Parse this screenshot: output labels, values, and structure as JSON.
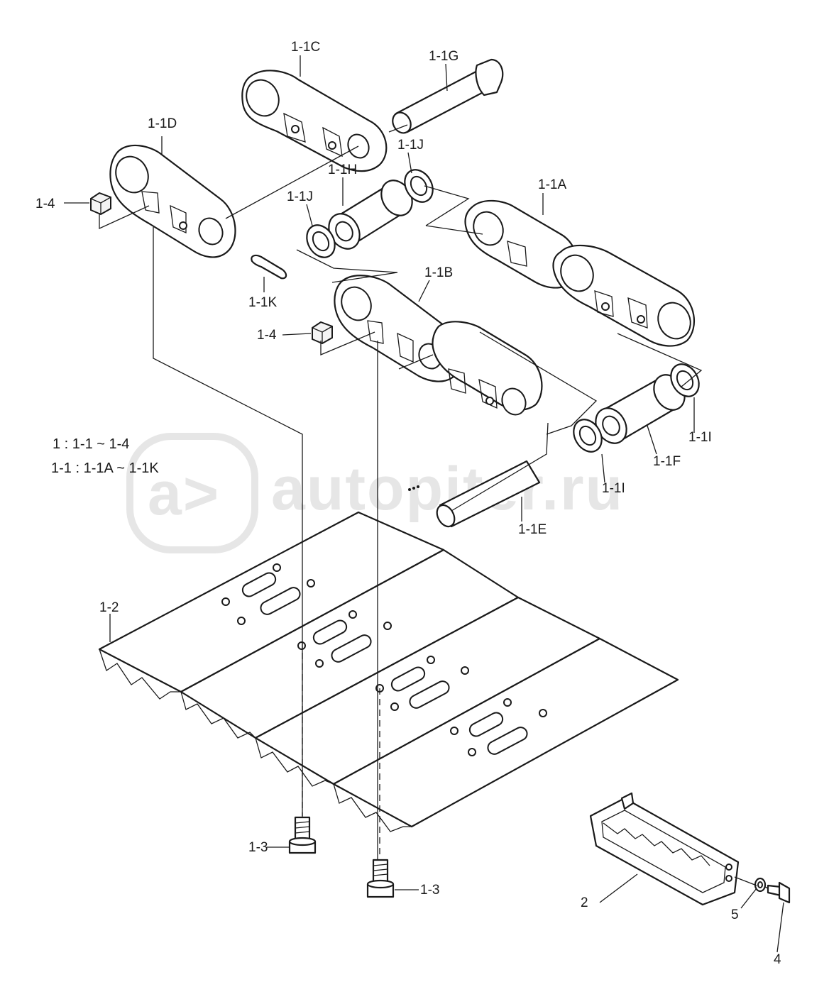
{
  "watermark": {
    "logo_glyph": "a>",
    "text": "autopiter.ru"
  },
  "legend": [
    "1 : 1-1 ~ 1-4",
    "1-1 : 1-1A ~ 1-1K"
  ],
  "callouts": {
    "1-1C": "1-1C",
    "1-1G": "1-1G",
    "1-1D": "1-1D",
    "1-1J_top": "1-1J",
    "1-1H": "1-1H",
    "1-1J_left": "1-1J",
    "1-1A": "1-1A",
    "1-4_top": "1-4",
    "1-1K": "1-1K",
    "1-1B": "1-1B",
    "1-4_mid": "1-4",
    "1-1I_right": "1-1I",
    "1-1F": "1-1F",
    "1-1I_bottom": "1-1I",
    "1-1E": "1-1E",
    "1-2": "1-2",
    "1-3_left": "1-3",
    "1-3_right": "1-3",
    "2": "2",
    "5": "5",
    "4": "4"
  }
}
